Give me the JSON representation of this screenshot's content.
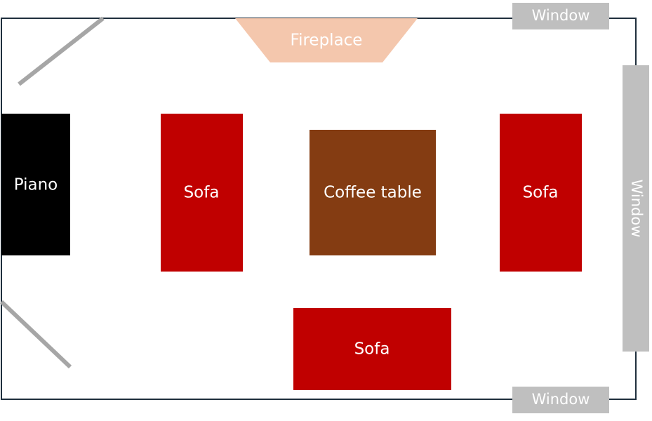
{
  "colors": {
    "wall": "#1f2f3d",
    "sofa": "#c00000",
    "piano": "#000000",
    "coffee_table": "#843c12",
    "fireplace": "#f4c7ad",
    "window": "#bfbfbf",
    "door": "#a6a6a6",
    "label_on_dark": "#ffffff"
  },
  "labels": {
    "fireplace": "Fireplace",
    "window_top": "Window",
    "window_right": "Window",
    "window_bottom": "Window",
    "piano": "Piano",
    "sofa_left": "Sofa",
    "coffee_table": "Coffee table",
    "sofa_right": "Sofa",
    "sofa_bottom": "Sofa"
  }
}
